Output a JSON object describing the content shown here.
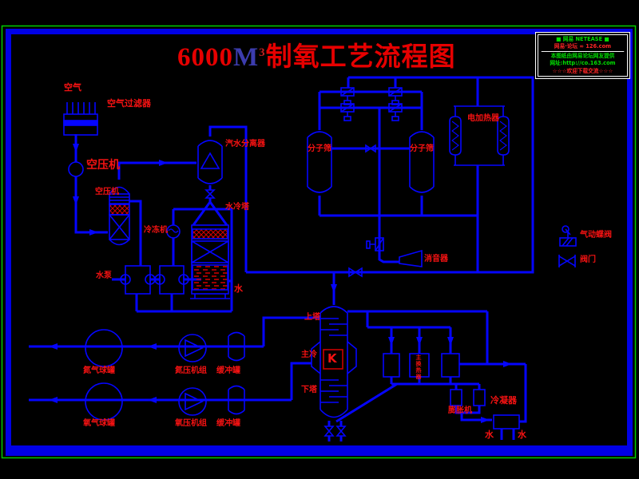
{
  "title": {
    "num": "6000",
    "unit": "M",
    "sup": "3",
    "text": "制氧工艺流程图"
  },
  "watermark": {
    "line1": "■ 网易  NETEASE ■",
    "line2": "网易·论坛   ∞ 126.com",
    "line3": "本图纸由网易论坛网友提供",
    "line4": "网址:http://co.163.com",
    "line5": "☆☆☆欢迎下载交流☆☆☆"
  },
  "legend": {
    "pneumatic_valve": "气动蝶阀",
    "valve": "阀门"
  },
  "components": {
    "air": "空气",
    "air_filter": "空气过滤器",
    "air_compressor_1": "空压机",
    "air_compressor_2": "空压机",
    "chiller": "冷冻机",
    "water_pump": "水泵",
    "steam_water_separator": "汽水分离器",
    "water_cooling_tower": "水冷塔",
    "water_mid": "水",
    "molecular_sieve_left": "分子筛",
    "molecular_sieve_right": "分子筛",
    "electric_heater": "电加热器",
    "muffler": "消音器",
    "upper_column": "上塔",
    "main_condenser": "主冷",
    "main_condenser_k": "K",
    "lower_column": "下塔",
    "main_heat_exchanger": "主换热器",
    "expander": "膨胀机",
    "condenser": "冷凝器",
    "water_in": "水",
    "water_out": "水",
    "nitrogen_tank": "氮气球罐",
    "nitrogen_compressor": "氮压机组",
    "buffer_tank_1": "缓冲罐",
    "oxygen_tank": "氧气球罐",
    "oxygen_compressor": "氧压机组",
    "buffer_tank_2": "缓冲罐"
  },
  "colors": {
    "pipe_blue": "#0505ff",
    "label_red": "#f51212",
    "border_green": "#00cc00",
    "title_red": "#e60000"
  }
}
